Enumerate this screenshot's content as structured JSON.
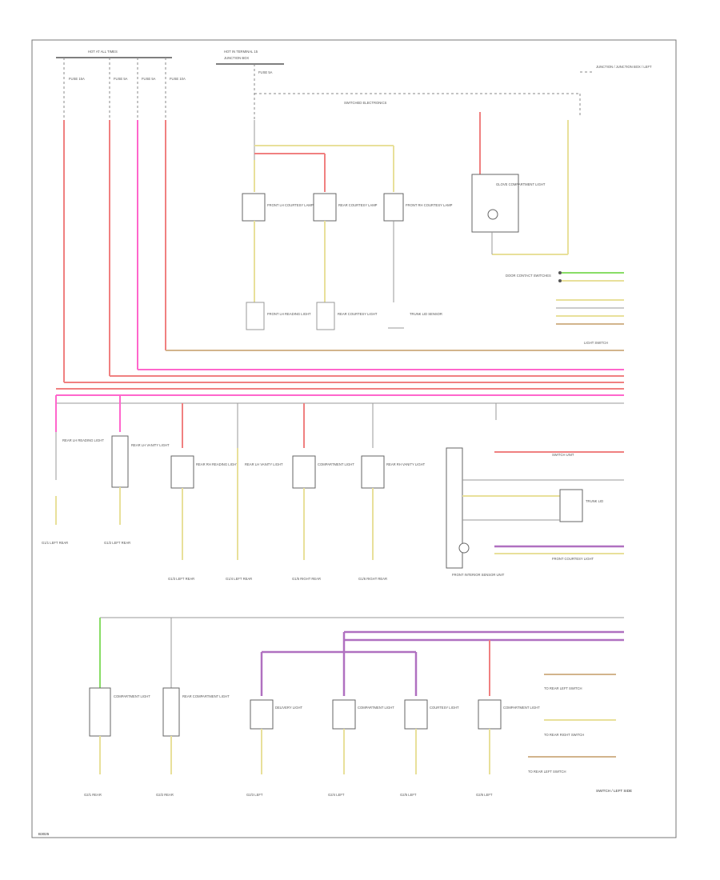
{
  "diagram": {
    "headers": {
      "hot_at_all_times": "HOT AT ALL TIMES",
      "hot_in_terminal": "HOT IN TERMINAL 15",
      "junction_box": "JUNCTION BOX",
      "switched_electronics": "SWITCHED ELECTRONICS",
      "junction_right": "JUNCTION / JUNCTION BOX / LEFT"
    },
    "fuses": [
      "FUSE 15A",
      "FUSE 5A",
      "FUSE 5A",
      "FUSE 10A",
      "FUSE 5A"
    ],
    "upper_components": [
      {
        "label": "FRONT LH COURTESY LAMP"
      },
      {
        "label": "REAR COURTESY LAMP"
      },
      {
        "label": "FRONT RH COURTESY LAMP"
      },
      {
        "label": "GLOVE COMPARTMENT LIGHT"
      }
    ],
    "upper_grounds": [
      "FRONT LH READING LIGHT",
      "REAR COURTESY LIGHT",
      "TRUNK LID SENSOR"
    ],
    "connector_labels": {
      "door_contact": "DOOR CONTACT SWITCHES",
      "light_switch": "LIGHT SWITCH"
    },
    "middle_components": [
      {
        "label": "REAR LH READING LIGHT"
      },
      {
        "label": "REAR LH VANITY LIGHT"
      },
      {
        "label": "REAR RH READING LIGHT"
      },
      {
        "label": "REAR LH VANITY LIGHT"
      },
      {
        "label": "COMPARTMENT LIGHT"
      },
      {
        "label": "REAR RH VANITY LIGHT"
      }
    ],
    "middle_grounds": [
      "G1/1 LEFT REAR",
      "G1/2 LEFT REAR",
      "G1/3 LEFT REAR",
      "G1/4 LEFT REAR",
      "G1/5 RIGHT REAR",
      "G1/6 RIGHT REAR"
    ],
    "sensor": {
      "label": "FRONT INTERIOR SENSOR UNIT",
      "notes": [
        "SWITCH UNIT",
        "TRUNK LID",
        "FRONT COURTESY LIGHT"
      ]
    },
    "lower_components": [
      {
        "label": "COMPARTMENT LIGHT"
      },
      {
        "label": "REAR COMPARTMENT LIGHT"
      },
      {
        "label": "DELIVERY LIGHT"
      },
      {
        "label": "COMPARTMENT LIGHT"
      },
      {
        "label": "COURTESY LIGHT"
      },
      {
        "label": "COMPARTMENT LIGHT"
      }
    ],
    "lower_grounds": [
      "G2/1 REAR",
      "G2/2 REAR",
      "G2/3 LEFT",
      "G2/4 LEFT",
      "G2/5 LEFT",
      "G2/6 LEFT"
    ],
    "right_notes": [
      "TO REAR LEFT SWITCH",
      "TO REAR RIGHT SWITCH",
      "TO REAR LEFT SWITCH"
    ],
    "footer_right": "SWITCH / LEFT SIDE",
    "footer_left": "B3025"
  }
}
